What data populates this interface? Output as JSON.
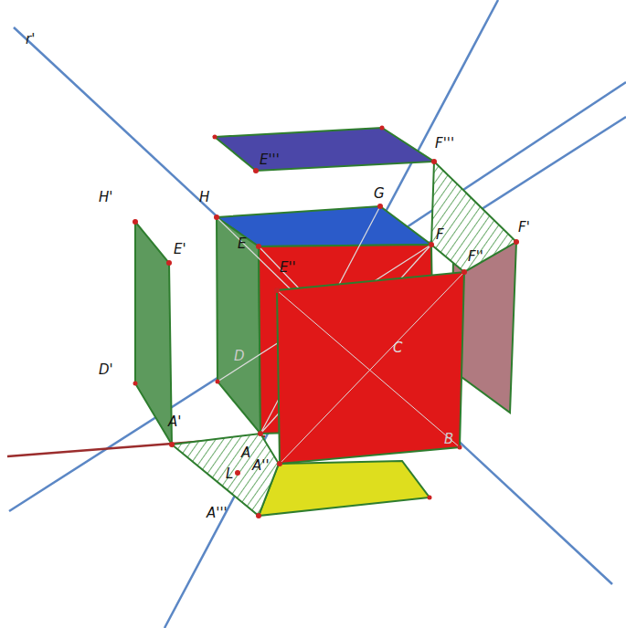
{
  "diagram": {
    "labels": [
      "r'",
      "E'''",
      "F'''",
      "H'",
      "H",
      "G",
      "F",
      "E",
      "E'",
      "E''",
      "F''",
      "F'",
      "D'",
      "D",
      "C",
      "B",
      "A'",
      "A",
      "A''",
      "L",
      "A'''"
    ]
  }
}
